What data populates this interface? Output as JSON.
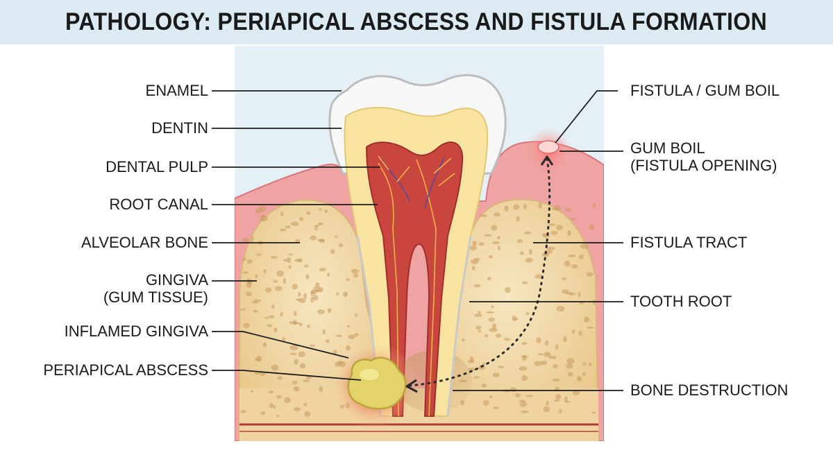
{
  "title": "PATHOLOGY: PERIAPICAL ABSCESS AND FISTULA FORMATION",
  "labels_left": {
    "enamel": "ENAMEL",
    "dentin": "DENTIN",
    "dental_pulp": "DENTAL PULP",
    "root_canal": "ROOT CANAL",
    "alveolar_bone": "ALVEOLAR BONE",
    "gingiva_line1": "GINGIVA",
    "gingiva_line2": "(GUM TISSUE)",
    "inflamed_gingiva": "INFLAMED GINGIVA",
    "periapical_abscess": "PERIAPICAL ABSCESS"
  },
  "labels_right": {
    "fistula_gum_boil": "FISTULA / GUM BOIL",
    "gum_boil_line1": "GUM BOIL",
    "gum_boil_line2": "(FISTULA OPENING)",
    "fistula_tract": "FISTULA TRACT",
    "tooth_root": "TOOTH ROOT",
    "bone_destruction": "BONE DESTRUCTION"
  },
  "colors": {
    "header_bg": "#dceaf3",
    "gingiva": "#f0a3a3",
    "bone": "#f4dcae",
    "enamel": "#f7f7f7",
    "dentin": "#f8e4a0",
    "pulp": "#c9463f",
    "abscess": "#e3d36a",
    "inflammation": "#e8553f"
  }
}
